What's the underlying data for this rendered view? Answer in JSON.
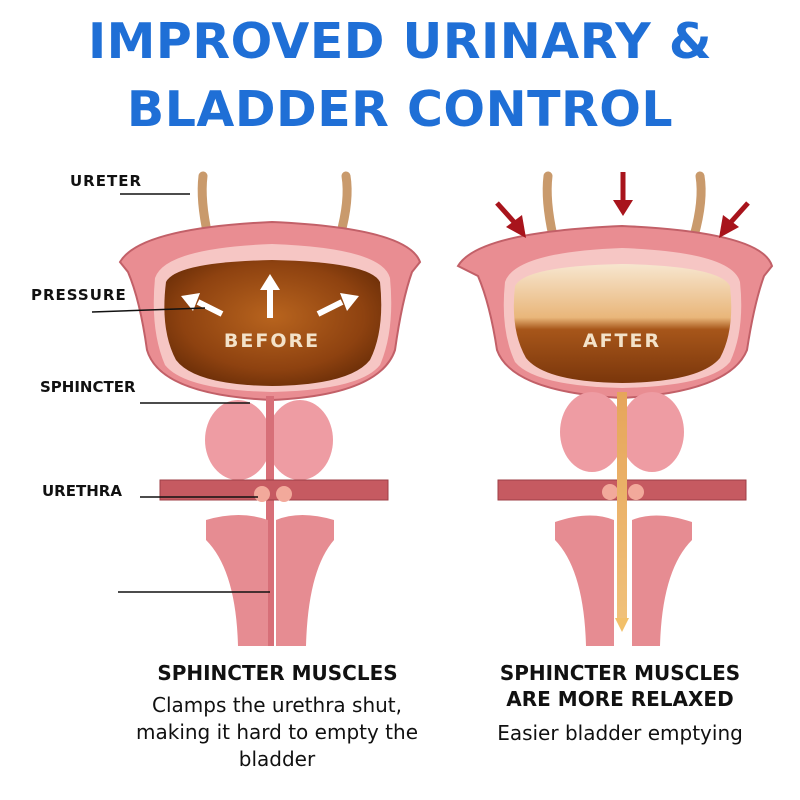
{
  "title": {
    "line1": "IMPROVED URINARY &",
    "line2": "BLADDER CONTROL"
  },
  "labels": {
    "ureter": "URETER",
    "pressure": "PRESSURE",
    "sphincter": "SPHINCTER",
    "urethra": "URETHRA"
  },
  "before": {
    "label": "BEFORE",
    "caption_title": "SPHINCTER MUSCLES",
    "caption_body_line1": "Clamps the urethra shut,",
    "caption_body_line2": "making it hard to empty the",
    "caption_body_line3": "bladder"
  },
  "after": {
    "label": "AFTER",
    "caption_title_line1": "SPHINCTER MUSCLES",
    "caption_title_line2": "ARE MORE RELAXED",
    "caption_body": "Easier bladder emptying"
  },
  "colors": {
    "title": "#1f6fd6",
    "bladder_wall": "#e8858a",
    "urine": "#9a4a12",
    "arrow_pressure": "#a8141c"
  }
}
